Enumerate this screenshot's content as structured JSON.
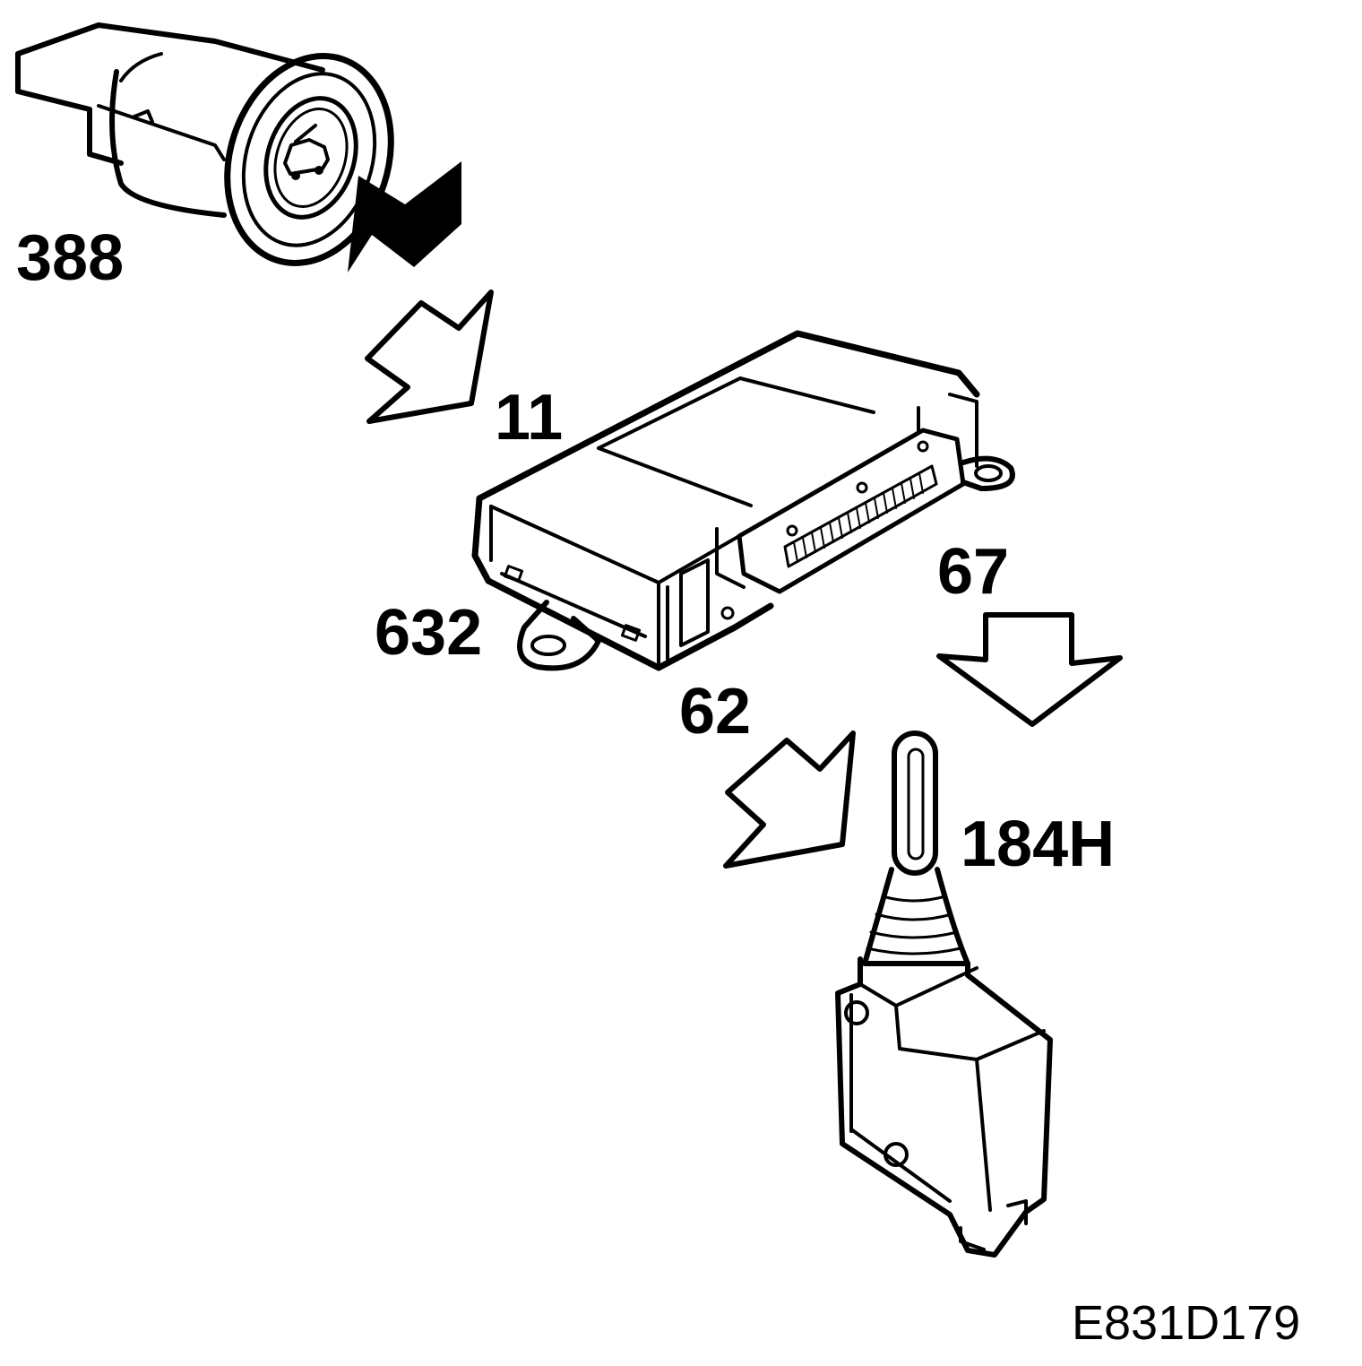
{
  "labels": {
    "switch": "388",
    "module_in": "11",
    "module_ground": "632",
    "module_out_actuator": "62",
    "module_out_other": "67",
    "actuator": "184H"
  },
  "figure_code": "E831D179",
  "colors": {
    "ink": "#000000",
    "paper": "#ffffff"
  },
  "icons": {
    "switch": "hood-release-switch-icon",
    "module": "control-module-icon",
    "actuator": "hood-lock-actuator-icon"
  }
}
